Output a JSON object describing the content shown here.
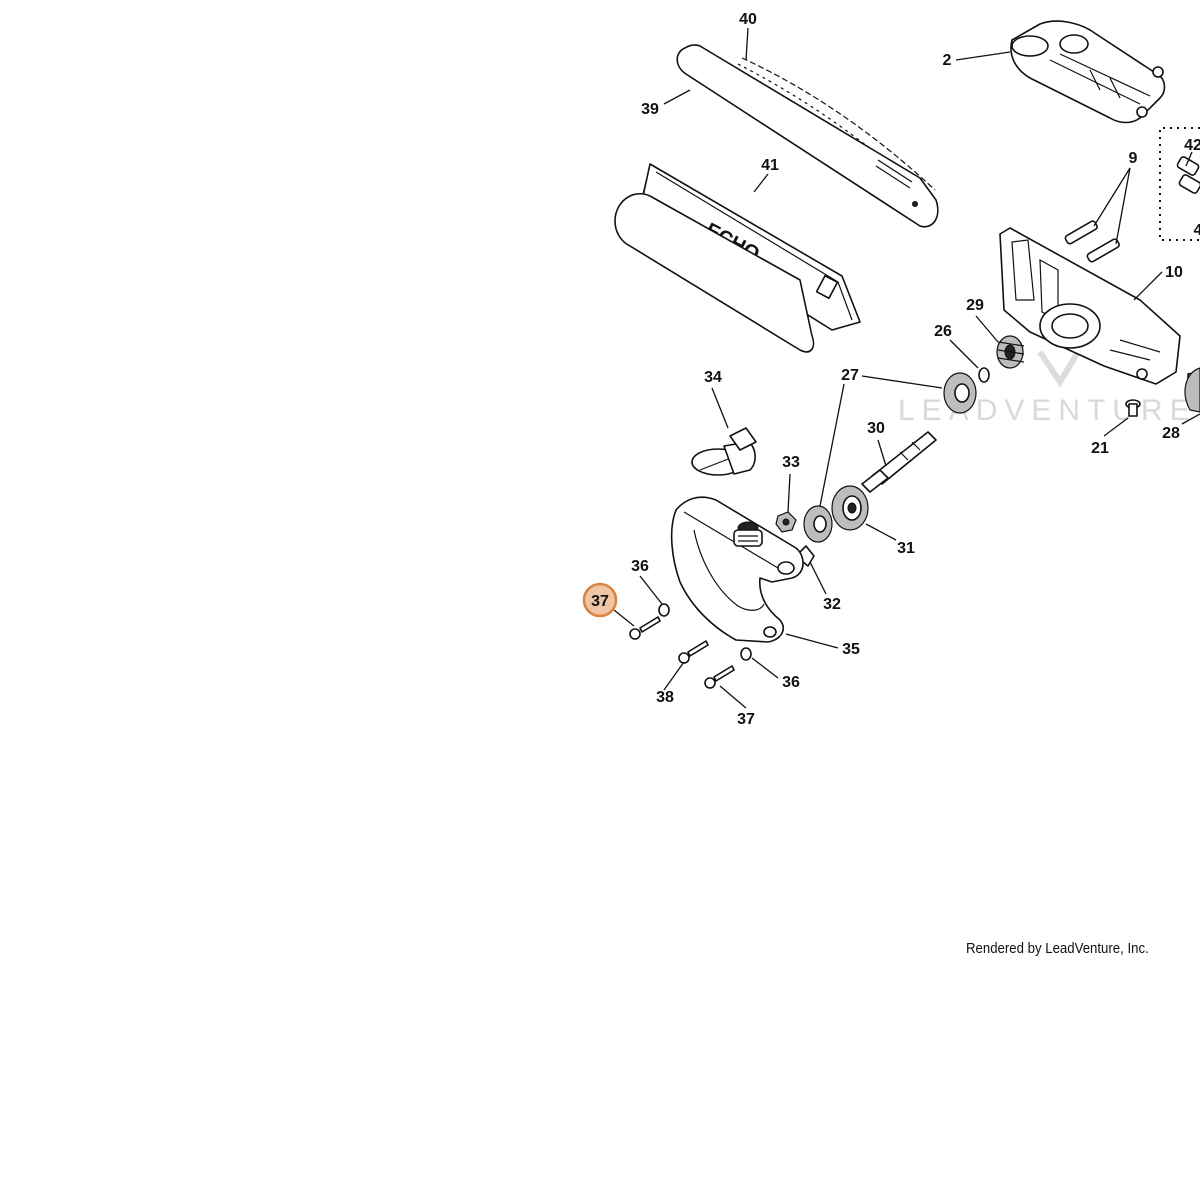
{
  "watermark": "LEADVENTURE",
  "credit": "Rendered by LeadVenture, Inc.",
  "brand_on_cover": "ECHO",
  "highlighted_callout": {
    "label": "37",
    "fill": "#f0c5a3",
    "stroke": "#d9833f"
  },
  "callouts": {
    "c40": "40",
    "c2": "2",
    "c39": "39",
    "c42": "42",
    "c9": "9",
    "c4": "4",
    "c41": "41",
    "c10": "10",
    "c29": "29",
    "c26": "26",
    "c34": "34",
    "c27": "27",
    "c21": "21",
    "c28": "28",
    "c30": "30",
    "c33": "33",
    "c31": "31",
    "c36a": "36",
    "c32": "32",
    "c35": "35",
    "c38": "38",
    "c36b": "36",
    "c37b": "37"
  }
}
